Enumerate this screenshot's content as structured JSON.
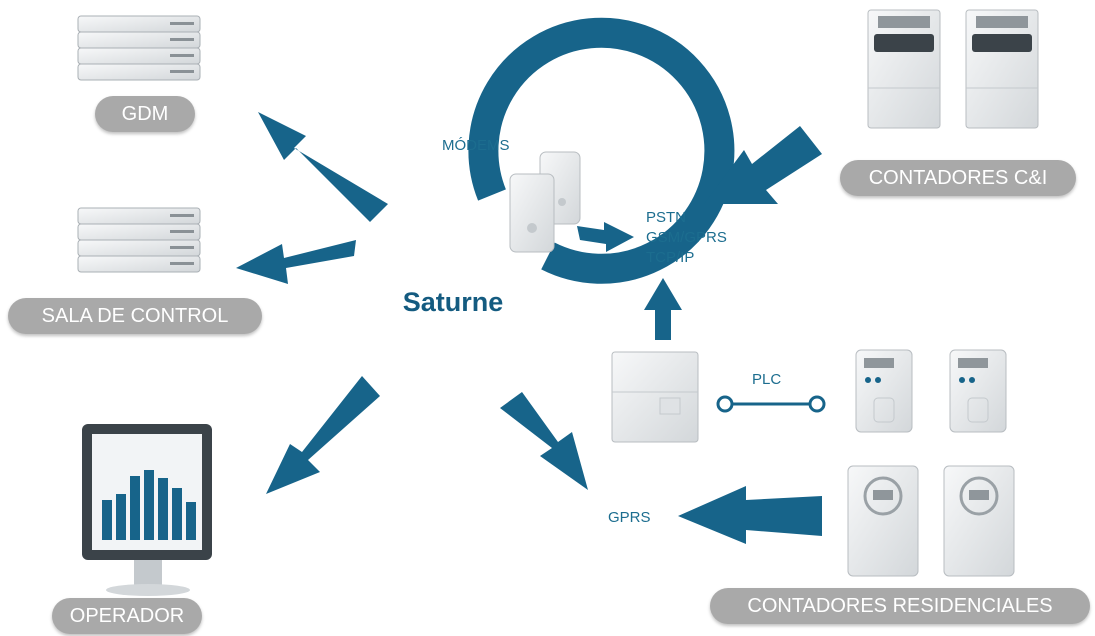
{
  "center": {
    "label": "Saturne"
  },
  "labels": {
    "gdm": "GDM",
    "sala_control": "SALA DE CONTROL",
    "operador": "OPERADOR",
    "contadores_ci": "CONTADORES C&I",
    "contadores_residenciales": "CONTADORES RESIDENCIALES",
    "modems": "MÓDEMS",
    "pstn": "PSTN",
    "gsm_gprs": "GSM/GPRS",
    "tcp_ip": "TCP/IP",
    "plc": "PLC",
    "gprs": "GPRS"
  },
  "colors": {
    "arrow": "#17648a",
    "pill": "#a9a9a9",
    "label_text": "#1c6d8f",
    "device": "#e6e8ea"
  },
  "icons": {
    "servers": "server-rack-icon",
    "monitor": "monitor-bar-chart-icon",
    "modems": "modem-icon",
    "concentrator": "data-concentrator-icon",
    "meters_ci": "industrial-meter-icon",
    "meters_res": "residential-meter-icon"
  }
}
